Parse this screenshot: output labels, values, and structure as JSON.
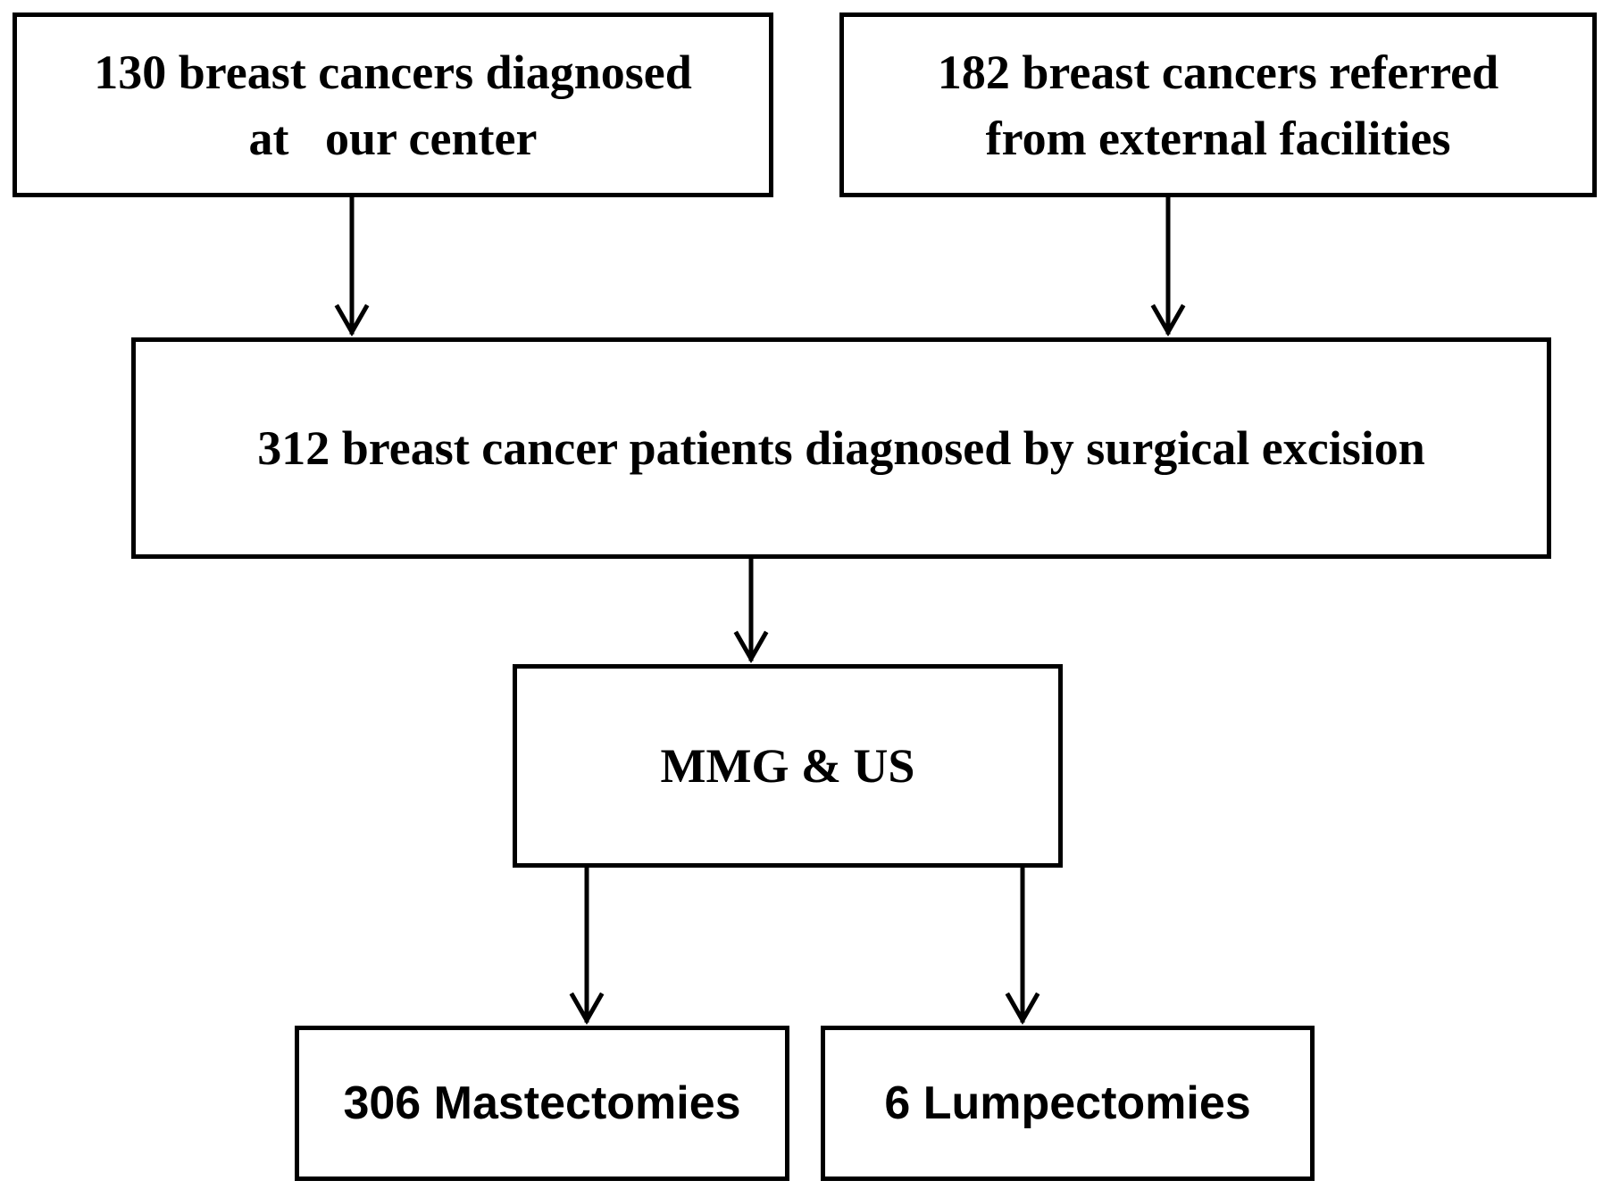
{
  "boxes": {
    "internal": {
      "line1": "130 breast cancers diagnosed",
      "line2": "at   our center"
    },
    "external": {
      "line1": "182 breast cancers referred",
      "line2": "from external facilities"
    },
    "total": {
      "label": "312 breast cancer patients diagnosed by surgical excision"
    },
    "imaging": {
      "label": "MMG & US"
    },
    "mastectomies": {
      "label": "306 Mastectomies"
    },
    "lumpectomies": {
      "label": "6 Lumpectomies"
    }
  }
}
